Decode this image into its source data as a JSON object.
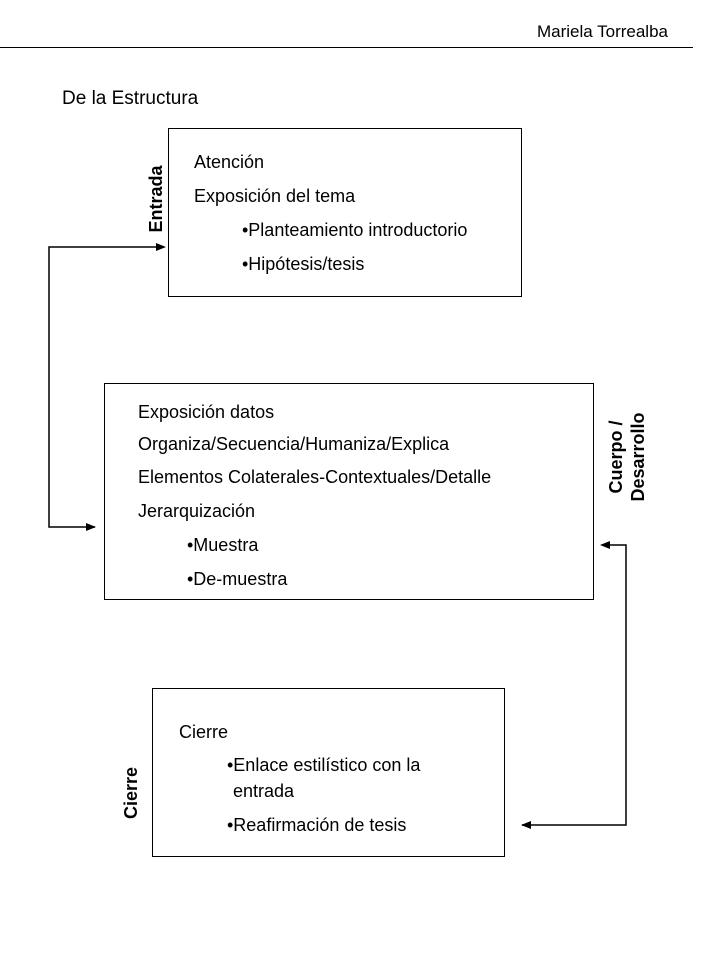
{
  "header": {
    "author": "Mariela Torrealba"
  },
  "section_title": "De la Estructura",
  "entrada": {
    "label": "Entrada",
    "items": [
      "Atención",
      "Exposición del tema"
    ],
    "bullets": [
      "•Planteamiento introductorio",
      "•Hipótesis/tesis"
    ]
  },
  "cuerpo": {
    "label_line1": "Cuerpo /",
    "label_line2": "Desarrollo",
    "items": [
      "Exposición datos",
      "Organiza/Secuencia/Humaniza/Explica",
      "Elementos Colaterales-Contextuales/Detalle",
      "Jerarquización"
    ],
    "bullets": [
      "•Muestra",
      "•De-muestra"
    ]
  },
  "cierre": {
    "label": "Cierre",
    "items": [
      "Cierre"
    ],
    "bullets": [
      "•Enlace estilístico con la",
      "entrada",
      "•Reafirmación de tesis"
    ]
  }
}
